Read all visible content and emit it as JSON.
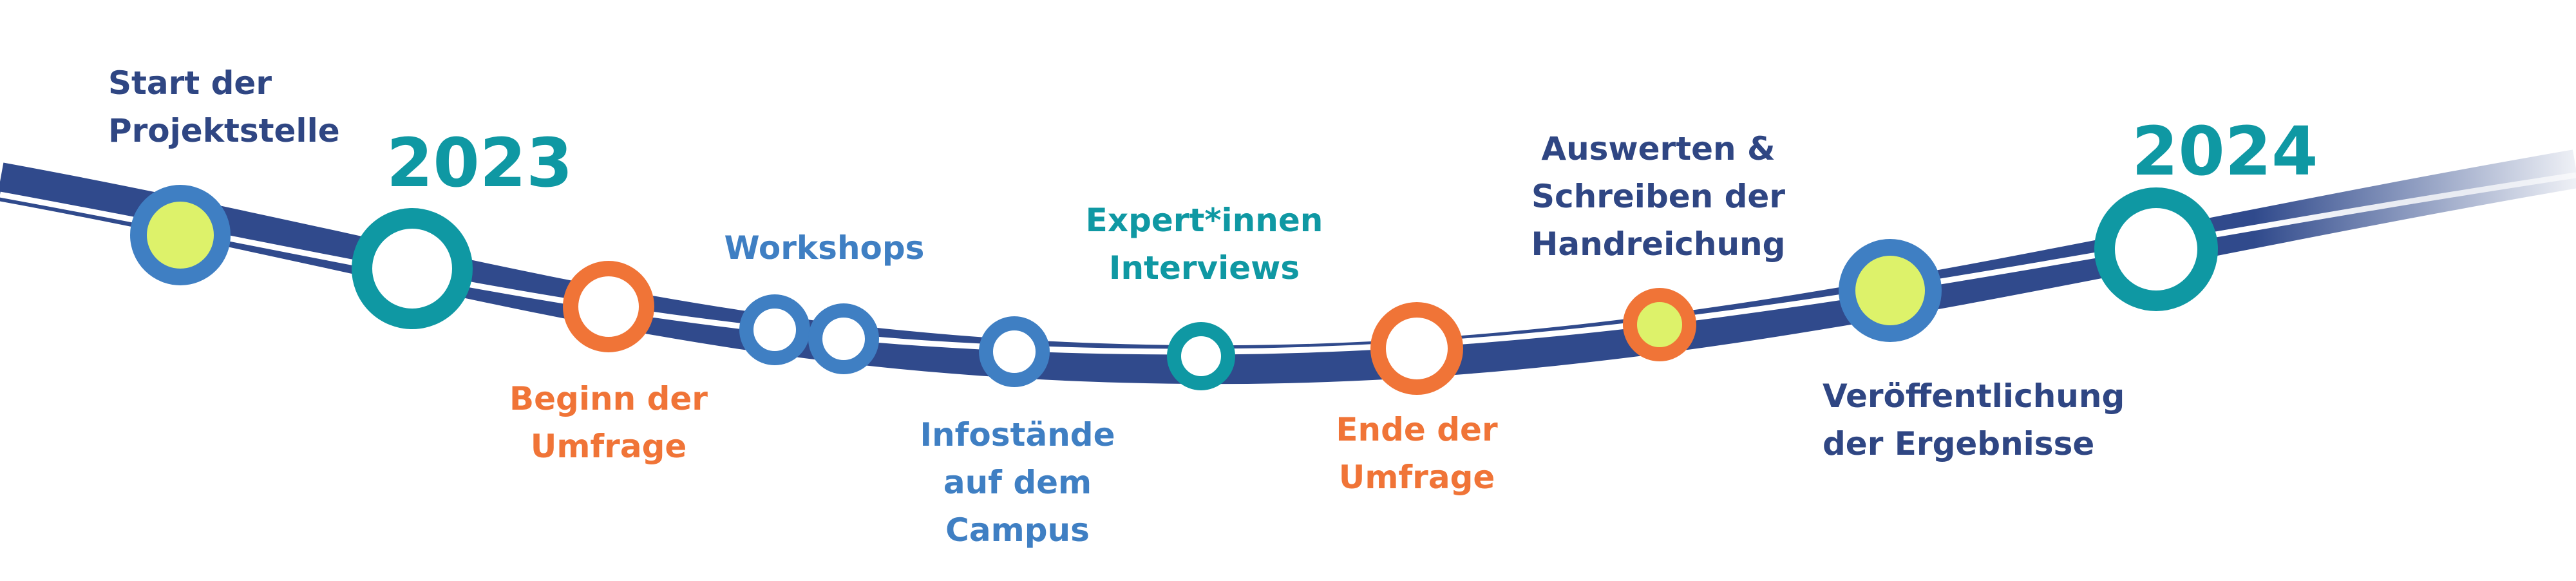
{
  "colors": {
    "track": "#304a8c",
    "track_line": "#ffffff",
    "teal": "#0f98a3",
    "blue": "#3f7fc3",
    "orange": "#f07437",
    "lime": "#ddf26a",
    "navy": "#2f4683"
  },
  "years": [
    {
      "label": "2023"
    },
    {
      "label": "2024"
    }
  ],
  "milestones": [
    {
      "label": "Start der\nProjektstelle",
      "color": "navy",
      "node": "lime-filled"
    },
    {
      "label": "Beginn der\nUmfrage",
      "color": "orange",
      "node": "orange-ring"
    },
    {
      "label": "Workshops",
      "color": "blue",
      "node": "blue-ring-pair"
    },
    {
      "label": "Infostände\nauf dem\nCampus",
      "color": "blue",
      "node": "blue-ring"
    },
    {
      "label": "Expert*innen\nInterviews",
      "color": "teal",
      "node": "teal-ring"
    },
    {
      "label": "Ende der\nUmfrage",
      "color": "orange",
      "node": "orange-ring"
    },
    {
      "label": "Auswerten &\nSchreiben der\nHandreichung",
      "color": "navy",
      "node": "orange-lime"
    },
    {
      "label": "Veröffentlichung\nder Ergebnisse",
      "color": "navy",
      "node": "lime-filled"
    }
  ]
}
